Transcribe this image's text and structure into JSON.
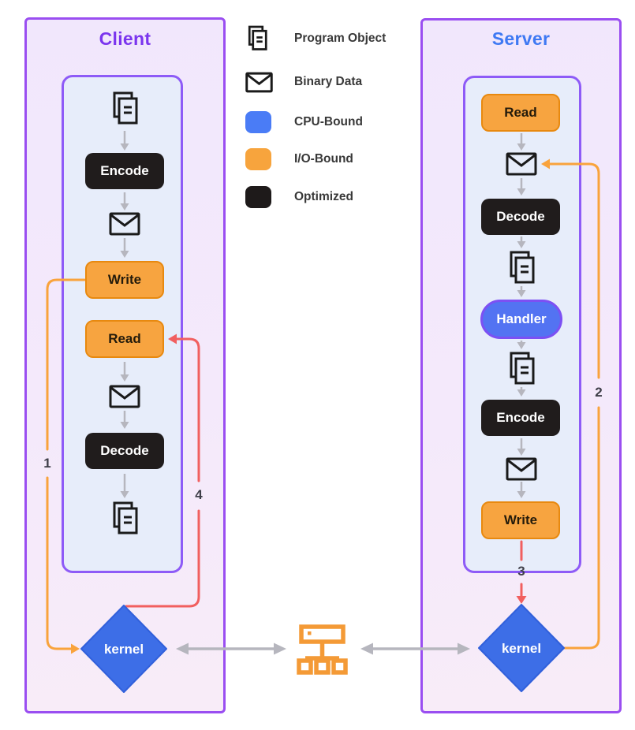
{
  "client": {
    "title": "Client",
    "flow": {
      "encode": "Encode",
      "write": "Write",
      "read": "Read",
      "decode": "Decode"
    },
    "kernel_label": "kernel",
    "step_write_to_kernel": "1",
    "step_kernel_to_read": "4"
  },
  "server": {
    "title": "Server",
    "flow": {
      "read": "Read",
      "decode": "Decode",
      "handler": "Handler",
      "encode": "Encode",
      "write": "Write"
    },
    "kernel_label": "kernel",
    "step_kernel_to_binary": "2",
    "step_write_to_kernel": "3"
  },
  "legend": {
    "items": [
      {
        "icon": "program-object-icon",
        "label": "Program Object"
      },
      {
        "icon": "binary-data-icon",
        "label": "Binary Data"
      },
      {
        "icon": "cpu-bound-swatch",
        "label": "CPU-Bound"
      },
      {
        "icon": "io-bound-swatch",
        "label": "I/O-Bound"
      },
      {
        "icon": "optimized-swatch",
        "label": "Optimized"
      }
    ]
  },
  "colors": {
    "cpu_bound_blue": "#4A7CF6",
    "io_bound_orange": "#F7A43D",
    "optimized_black": "#1E1A1A",
    "client_title_purple": "#7B35EE",
    "server_title_blue": "#3E79F3",
    "io_line_orange": "#F9A33C",
    "blocking_line_red": "#F15F5F",
    "kernel_blue": "#3D6EE7",
    "panel_border_purple": "#9A4EF1"
  }
}
